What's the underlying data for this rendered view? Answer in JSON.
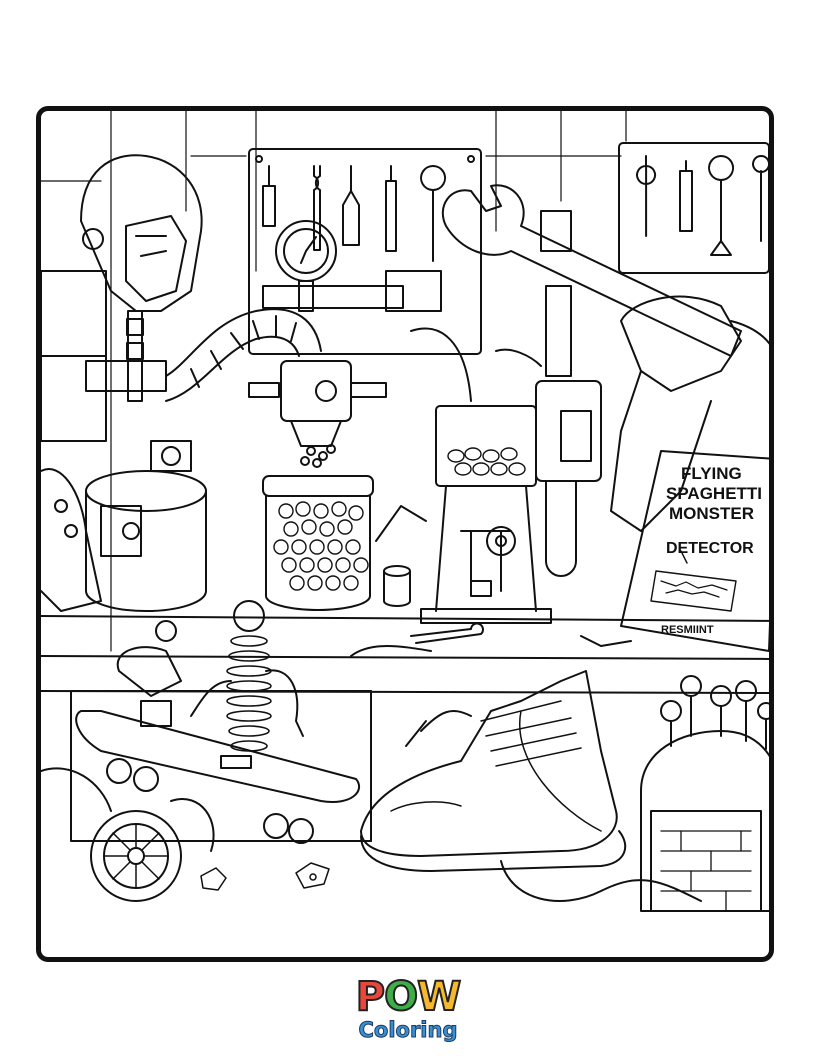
{
  "sign": {
    "line1": "FLYING",
    "line2": "SPAGHETTI",
    "line3": "MONSTER",
    "line4": "DETECTOR",
    "footer": "RESMIINT"
  },
  "logo": {
    "letter_p": "P",
    "letter_o": "O",
    "letter_w": "W",
    "subtitle": "Coloring",
    "colors": {
      "p": "#e9473b",
      "o": "#3fae49",
      "w": "#f5b82e",
      "subtitle": "#3a8fd0"
    }
  },
  "illustration": {
    "icons": [
      "robot-helmet-icon",
      "tool-pegboard-icon",
      "wrench-icon",
      "gumball-jar-icon",
      "gumball-machine-icon",
      "spring-robot-icon",
      "skateboard-icon",
      "sneaker-icon",
      "antenna-helmet-icon",
      "gear-icon",
      "wheel-icon"
    ]
  }
}
